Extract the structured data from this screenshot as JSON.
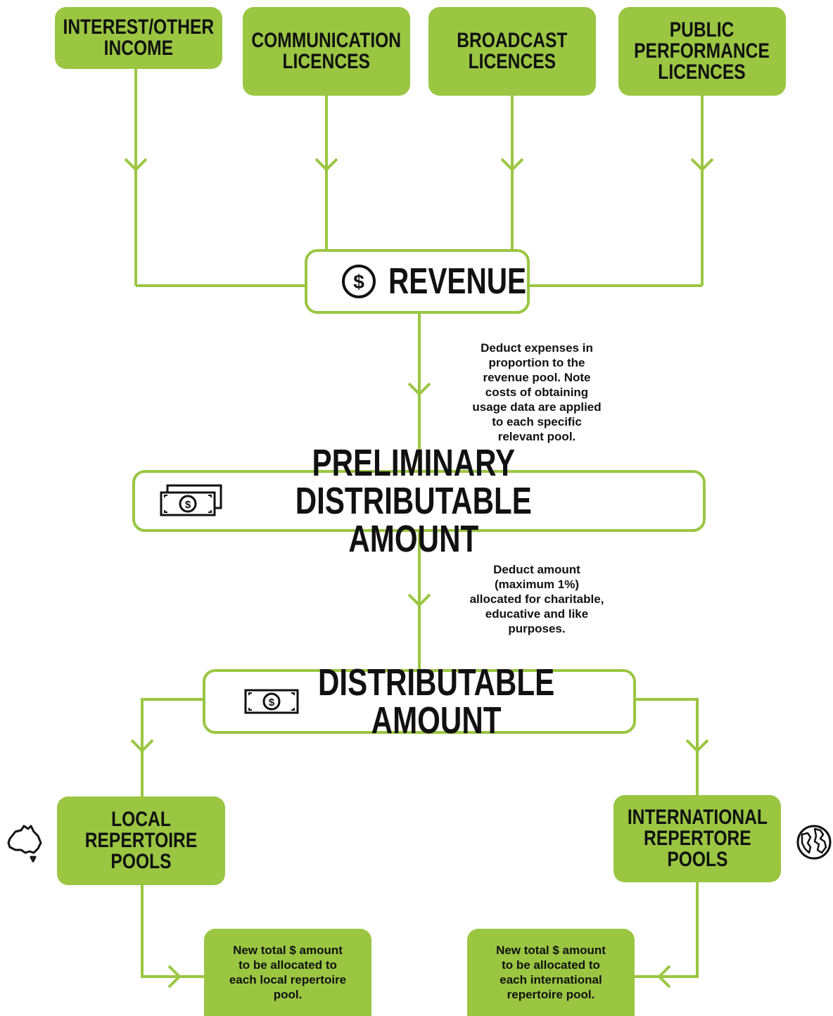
{
  "colors": {
    "accent": "#9ac642",
    "text": "#111111",
    "background": "#ffffff"
  },
  "sources": [
    {
      "label": "INTEREST/OTHER\nINCOME"
    },
    {
      "label": "COMMUNICATION\nLICENCES"
    },
    {
      "label": "BROADCAST\nLICENCES"
    },
    {
      "label": "PUBLIC\nPERFORMANCE\nLICENCES"
    }
  ],
  "revenue": {
    "label": "REVENUE",
    "icon": "dollar-coin-icon"
  },
  "note_expenses": "Deduct expenses in\nproportion to the\nrevenue pool. Note\ncosts of obtaining\nusage data are applied\nto each specific\nrelevant pool.",
  "preliminary": {
    "label": "PRELIMINARY DISTRIBUTABLE AMOUNT",
    "icon": "banknotes-icon"
  },
  "note_charity": "Deduct amount\n(maximum 1%)\nallocated for charitable,\neducative and like\npurposes.",
  "distributable": {
    "label": "DISTRIBUTABLE AMOUNT",
    "icon": "banknote-icon"
  },
  "local_pools": {
    "label": "LOCAL REPERTOIRE\nPOOLS",
    "icon": "australia-map-icon"
  },
  "international_pools": {
    "label": "INTERNATIONAL\nREPERTORE POOLS",
    "icon": "globe-icon"
  },
  "local_result": "New total $ amount\nto be allocated to\neach local repertoire\npool.",
  "international_result": "New total $ amount\nto be allocated to\neach international\nrepertoire pool."
}
